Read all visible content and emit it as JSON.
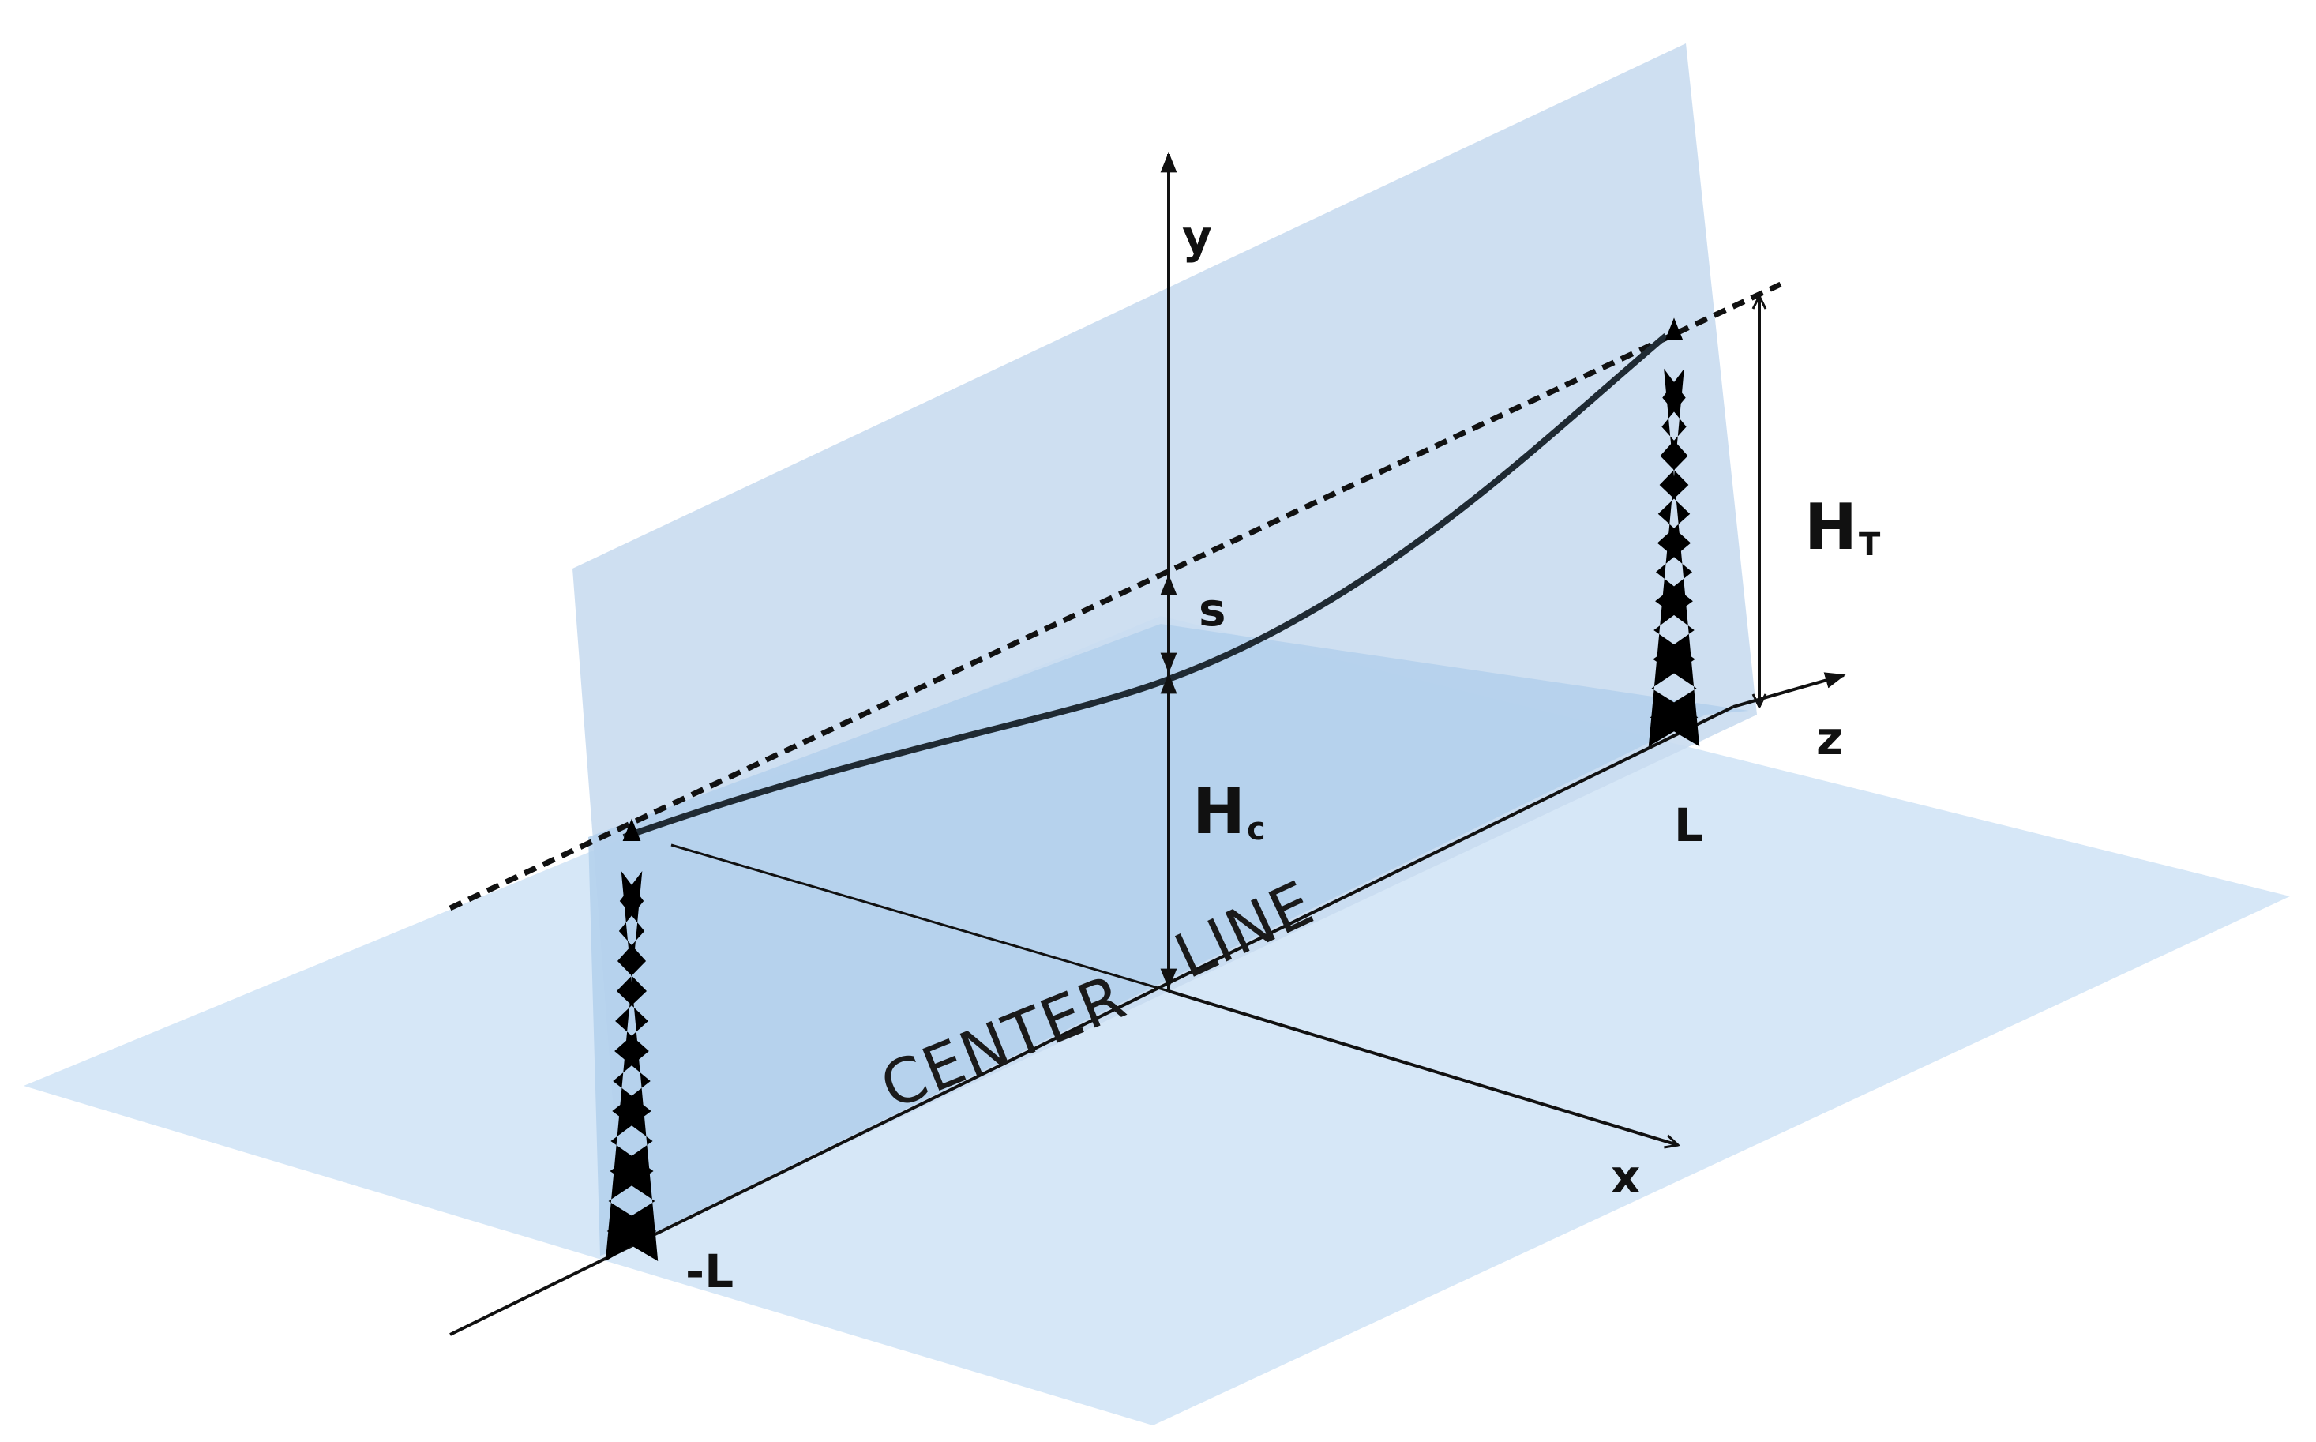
{
  "figure": {
    "labels": {
      "y_axis": "y",
      "x_axis": "x",
      "z_axis": "z",
      "sag": "s",
      "clearance_main": "H",
      "clearance_sub": "c",
      "tower_height_main": "H",
      "tower_height_sub": "T",
      "left_end": "-L",
      "right_end": "L",
      "center_word": "CENTER",
      "line_word": "LINE"
    },
    "colors": {
      "vertical_plane": "#cfe0f2",
      "ground_plane": "#d6e7f7",
      "overlap_region": "#b6d3ee",
      "conductor": "#1f2a33",
      "axes": "#111111",
      "tower": "#4a5560"
    },
    "icons": {
      "left_tower": "transmission-tower-icon",
      "right_tower": "transmission-tower-icon"
    }
  }
}
